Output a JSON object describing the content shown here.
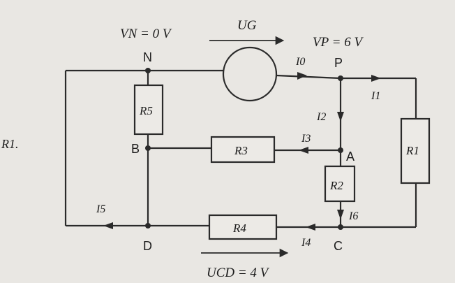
{
  "margin_text": "R1.",
  "nodes": {
    "N": "N",
    "P": "P",
    "A": "A",
    "B": "B",
    "C": "C",
    "D": "D"
  },
  "potentials": {
    "vn": "VN = 0 V",
    "vp": "VP = 6 V"
  },
  "voltages": {
    "ug": "UG",
    "ucd": "UCD = 4 V"
  },
  "currents": {
    "i0": "I0",
    "i1": "I1",
    "i2": "I2",
    "i3": "I3",
    "i4": "I4",
    "i5": "I5",
    "i6": "I6"
  },
  "resistors": {
    "r1": "R1",
    "r2": "R2",
    "r3": "R3",
    "r4": "R4",
    "r5": "R5"
  },
  "colors": {
    "wire": "#2a2a2a",
    "background": "#e9e7e3"
  }
}
